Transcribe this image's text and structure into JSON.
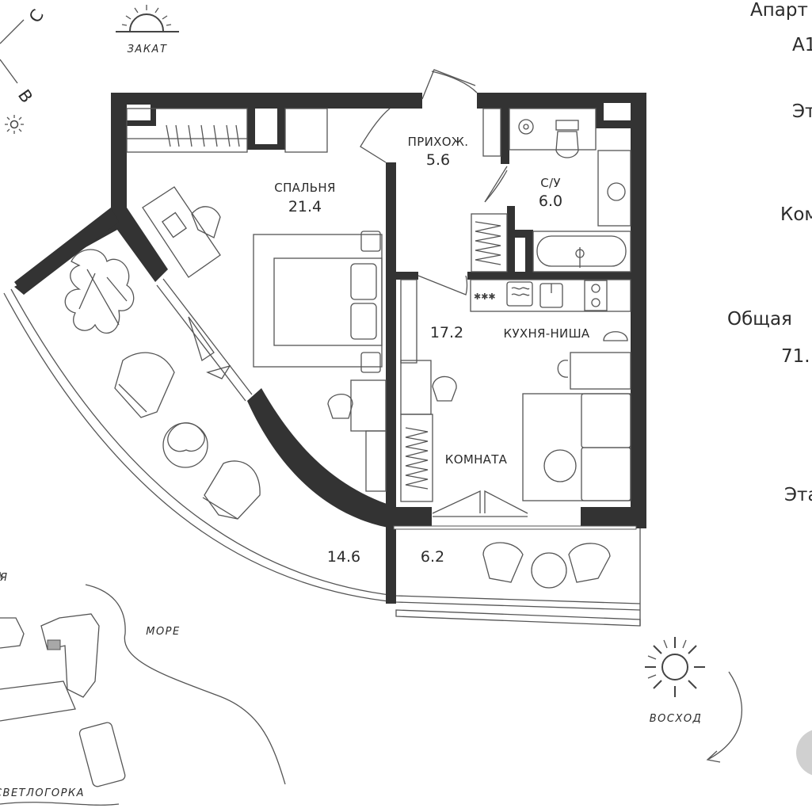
{
  "compass": {
    "north": "С",
    "east": "В"
  },
  "sun": {
    "sunset": "ЗАКАТ",
    "sunrise": "ВОСХОД"
  },
  "rooms": {
    "hallway": {
      "label": "ПРИХОЖ.",
      "area": "5.6"
    },
    "bedroom": {
      "label": "СПАЛЬНЯ",
      "area": "21.4"
    },
    "bathroom": {
      "label": "С/У",
      "area": "6.0"
    },
    "kitchen": {
      "label": "КУХНЯ-НИША",
      "area": "17.2"
    },
    "living": {
      "label": "КОМНАТА"
    },
    "terrace": {
      "area": "14.6"
    },
    "balcony": {
      "area": "6.2"
    }
  },
  "map": {
    "sea": "МОРЕ",
    "town": "СВЕТЛОГОРКА",
    "edge_label": "Я"
  },
  "sidebar": {
    "line1": "Апарт",
    "line2": "А1",
    "line3": "Эт",
    "line4": "Ком",
    "line5": "Общая",
    "line6": "71.",
    "line7": "Эта"
  },
  "colors": {
    "wall": "#333333",
    "line": "#555555",
    "highlight": "#a8a8a8"
  }
}
